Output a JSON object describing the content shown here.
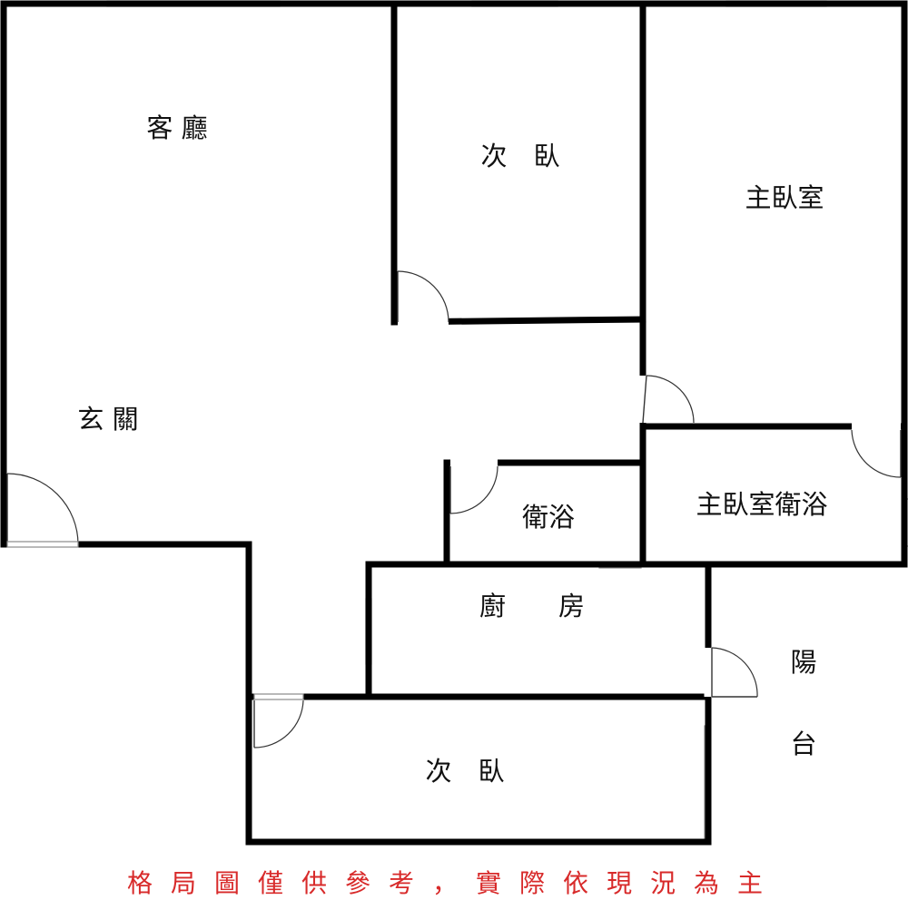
{
  "rooms": {
    "living_room": "客 廳",
    "bedroom_top": "次　臥",
    "master_bedroom": "主臥室",
    "entrance": "玄 關",
    "bathroom": "衛浴",
    "master_bathroom": "主臥室衛浴",
    "kitchen": "廚　　房",
    "balcony_top": "陽",
    "balcony_bottom": "台",
    "bedroom_bottom": "次　臥"
  },
  "disclaimer": "格局圖僅供參考，實際依現況為主",
  "colors": {
    "wall": "#000000",
    "disclaimer": "#d82a2a"
  }
}
